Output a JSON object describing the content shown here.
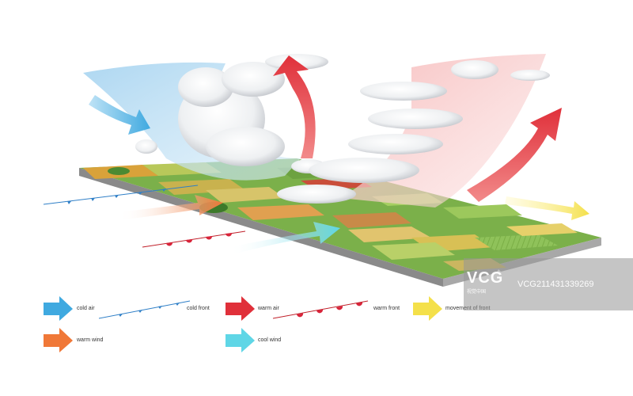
{
  "legend": {
    "cold_air": "cold air",
    "cold_front": "cold front",
    "warm_air": "warm air",
    "warm_front": "warm front",
    "movement_of_front": "movement of front",
    "warm_wind": "warm wind",
    "cool_wind": "cool wind"
  },
  "watermark": {
    "logo": "VCG",
    "sub": "视觉中国",
    "id": "VCG211431339269"
  },
  "colors": {
    "cold_air": "#3fa9e0",
    "warm_air": "#e0303a",
    "movement": "#f4e04a",
    "warm_wind": "#f07838",
    "cool_wind": "#5fd6e6",
    "cold_front_line": "#2f7fc7",
    "warm_front_line": "#c0202a"
  }
}
